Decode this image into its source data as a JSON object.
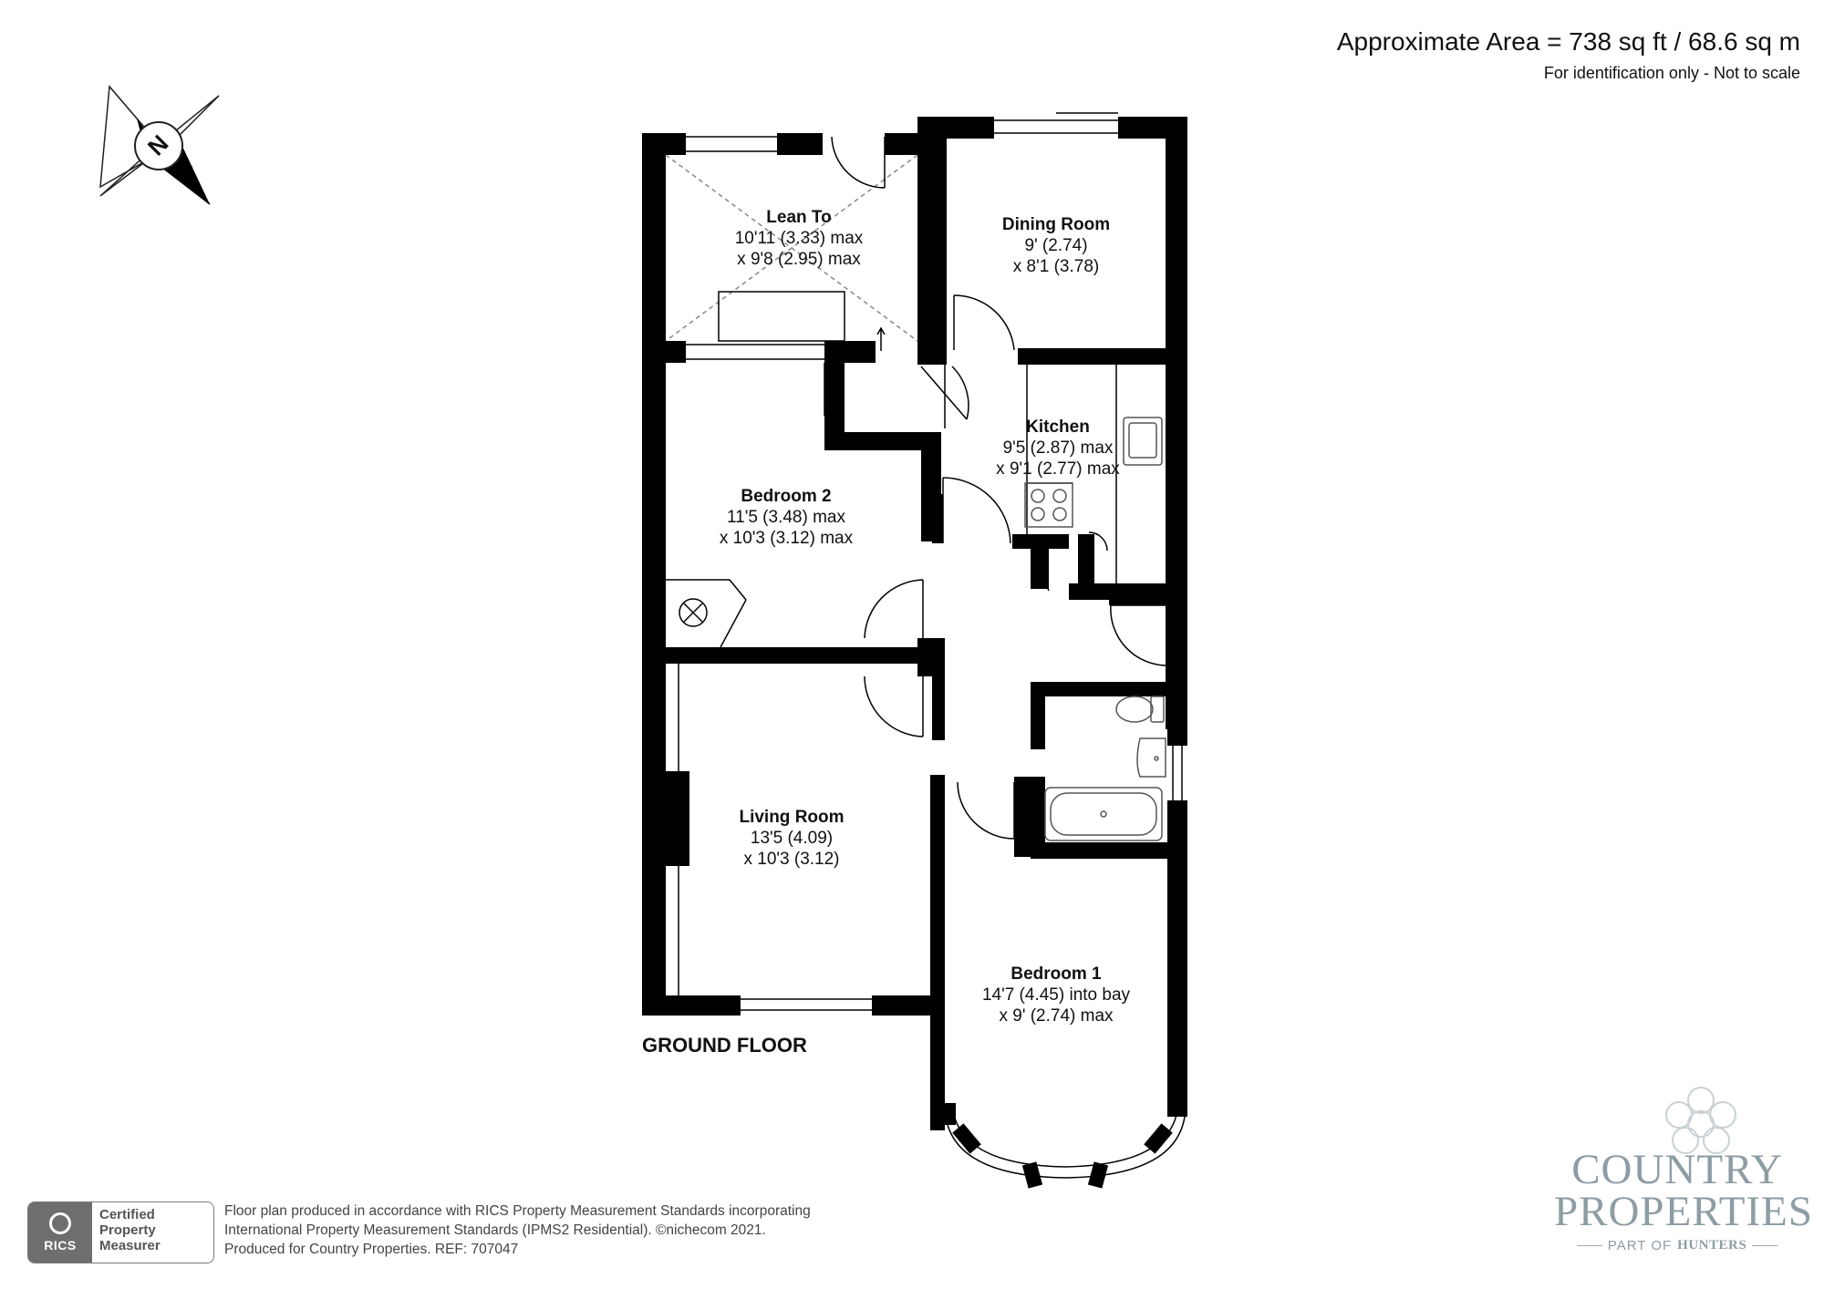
{
  "header": {
    "area_text": "Approximate Area = 738 sq ft / 68.6 sq m",
    "note": "For identification only - Not to scale"
  },
  "compass": {
    "label": "N",
    "icon": "compass-north-icon"
  },
  "floor_label": "GROUND FLOOR",
  "rooms": {
    "lean_to": {
      "name": "Lean To",
      "dim1": "10'11 (3.33) max",
      "dim2": "x 9'8 (2.95) max"
    },
    "dining": {
      "name": "Dining Room",
      "dim1": "9' (2.74)",
      "dim2": "x 8'1 (3.78)"
    },
    "kitchen": {
      "name": "Kitchen",
      "dim1": "9'5 (2.87) max",
      "dim2": "x 9'1 (2.77) max"
    },
    "bedroom2": {
      "name": "Bedroom 2",
      "dim1": "11'5 (3.48) max",
      "dim2": "x 10'3 (3.12) max"
    },
    "living": {
      "name": "Living Room",
      "dim1": "13'5 (4.09)",
      "dim2": "x 10'3 (3.12)"
    },
    "bedroom1": {
      "name": "Bedroom 1",
      "dim1": "14'7 (4.45) into bay",
      "dim2": "x 9' (2.74) max"
    }
  },
  "footer": {
    "line1": "Floor plan produced in accordance with RICS Property Measurement Standards incorporating",
    "line2": "International Property Measurement Standards (IPMS2 Residential).   ©nichecom 2021.",
    "line3": "Produced for Country Properties.   REF: 707047"
  },
  "rics": {
    "word": "RICS",
    "cert": "Certified\nProperty\nMeasurer"
  },
  "brand": {
    "line1": "COUNTRY",
    "line2": "PROPERTIES",
    "part_of": "PART OF",
    "parent": "HUNTERS"
  },
  "colors": {
    "wall": "#000000",
    "text": "#111111",
    "brand": "#8d9da4",
    "fixture": "#555555"
  }
}
